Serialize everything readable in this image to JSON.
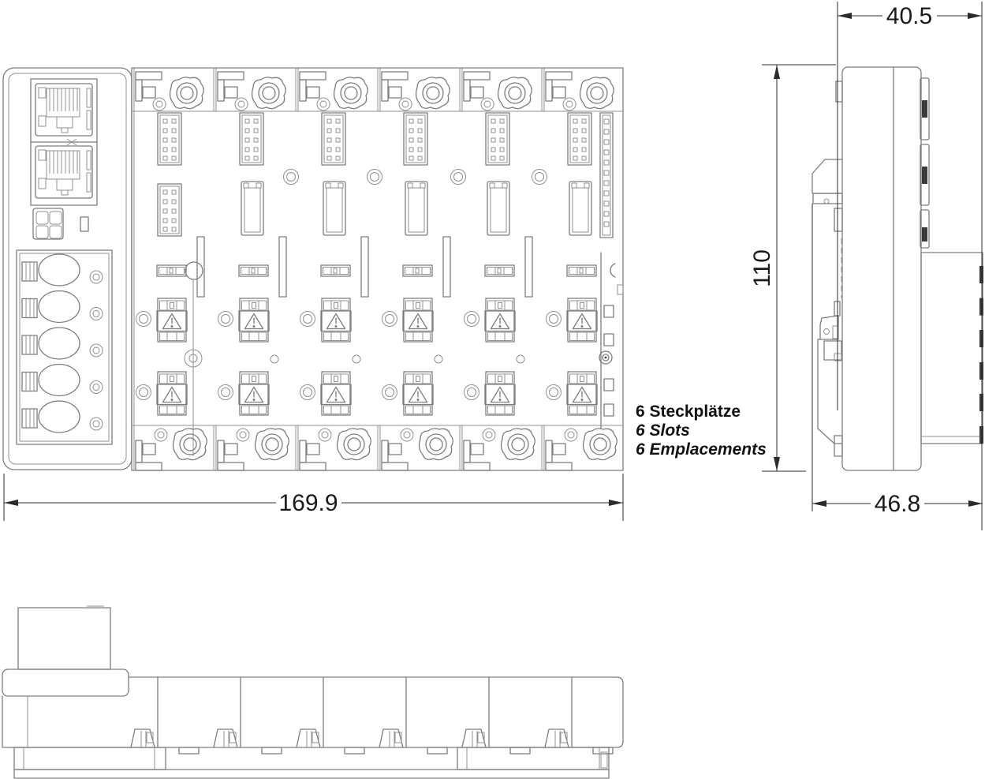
{
  "dimensions": {
    "width": "169.9",
    "height": "110",
    "depth_top": "40.5",
    "depth_bottom": "46.8"
  },
  "labels": {
    "slots_de": "6 Steckplätze",
    "slots_en": "6 Slots",
    "slots_fr": "6 Emplacements"
  }
}
